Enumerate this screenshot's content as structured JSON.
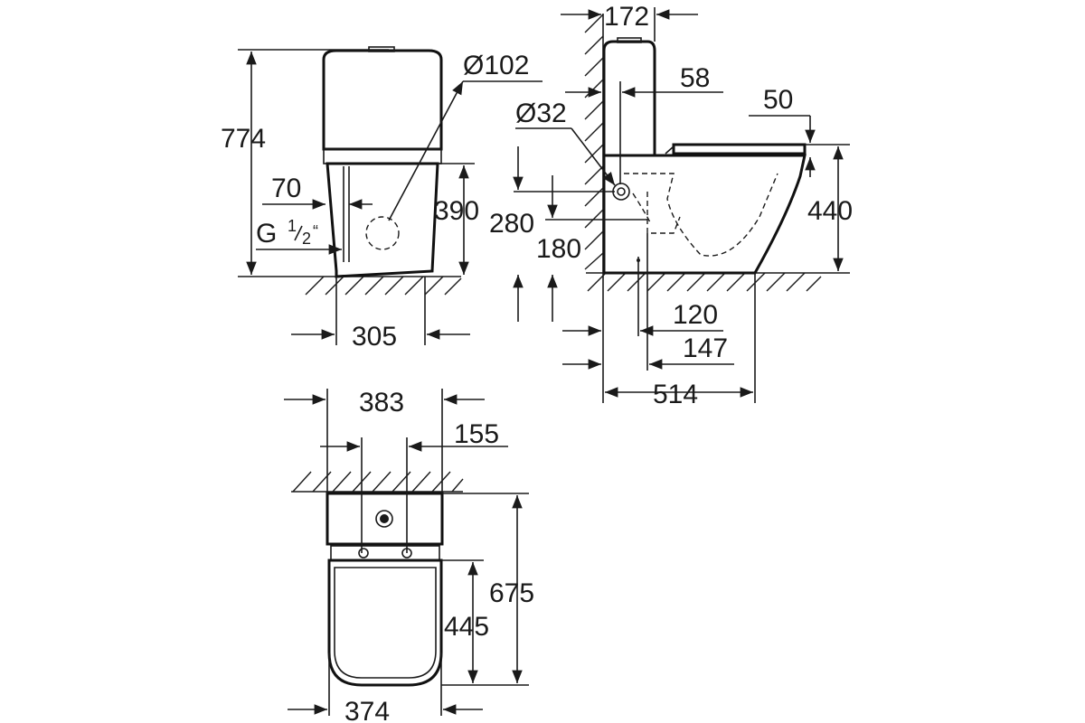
{
  "front_view": {
    "height_total": "774",
    "outlet_diameter": "Ø102",
    "offset_70": "70",
    "inlet_thread_g": "G",
    "inlet_thread_fraction_num": "1",
    "inlet_thread_fraction_den": "2",
    "inlet_thread_quote": "“",
    "outlet_height": "390",
    "width_305": "305"
  },
  "side_view": {
    "tank_depth": "172",
    "dim_58": "58",
    "seat_gap": "50",
    "inlet_diameter": "Ø32",
    "height_280": "280",
    "height_180": "180",
    "seat_height": "440",
    "dim_120": "120",
    "dim_147": "147",
    "depth_514": "514"
  },
  "top_view": {
    "width_383": "383",
    "dim_155": "155",
    "length_675": "675",
    "length_445": "445",
    "width_374": "374"
  },
  "colors": {
    "ink": "#1a1a1a",
    "background": "#ffffff"
  }
}
